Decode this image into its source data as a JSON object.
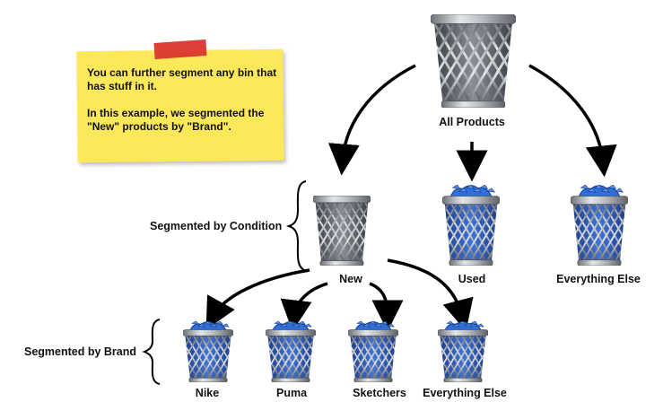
{
  "note": {
    "line1": "You can further segment any bin that has stuff in it.",
    "line2": "In this example, we segmented the \"New\" products by \"Brand\"."
  },
  "side_labels": {
    "condition": "Segmented by Condition",
    "brand": "Segmented by Brand"
  },
  "bins": {
    "root": "All Products",
    "new": "New",
    "used": "Used",
    "else1": "Everything Else",
    "nike": "Nike",
    "puma": "Puma",
    "sketchers": "Sketchers",
    "else2": "Everything Else"
  },
  "colors": {
    "paper_fill": "#2f6fd6",
    "bin_metal": "#9aa0a6",
    "note": "#fde85a",
    "tape": "#d9362f"
  }
}
